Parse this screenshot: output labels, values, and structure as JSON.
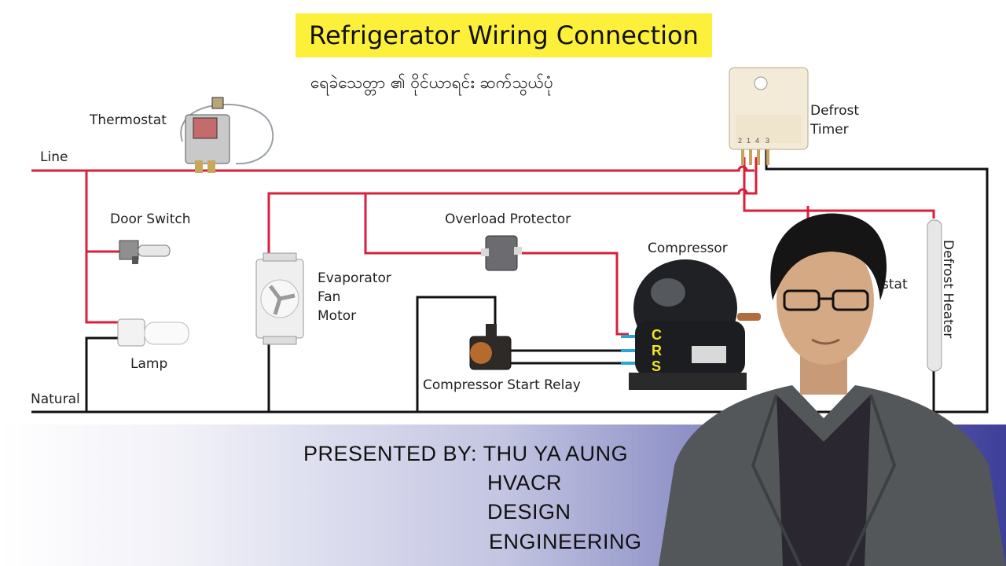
{
  "title": "Refrigerator Wiring Connection",
  "subtitle": "ရေခဲသေတ္တာ ၏ ဝိုင်ယာရင်း ဆက်သွယ်ပုံ",
  "labels": {
    "line": "Line",
    "natural": "Natural",
    "thermostat": "Thermostat",
    "door_switch": "Door Switch",
    "lamp": "Lamp",
    "evaporator_fan_motor": [
      "Evaporator",
      "Fan",
      "Motor"
    ],
    "overload_protector": "Overload Protector",
    "compressor": "Compressor",
    "compressor_start_relay": "Compressor Start Relay",
    "defrost_timer": [
      "Defrost",
      "Timer"
    ],
    "defrost_heater": "Defrost Heater",
    "defrost_thermostat_partial": "stat",
    "compressor_terminals": [
      "C",
      "R",
      "S"
    ],
    "timer_terminals": [
      "2",
      "1",
      "4",
      "3"
    ]
  },
  "presenter": {
    "line1": "PRESENTED BY: THU YA AUNG",
    "line2": "HVACR",
    "line3": "DESIGN",
    "line4": "ENGINEERING"
  },
  "colors": {
    "title_bg": "#fdf03a",
    "hot_wire": "#d81f3c",
    "neutral_wire": "#111111",
    "compressor_wire": "#2aa6d6"
  }
}
